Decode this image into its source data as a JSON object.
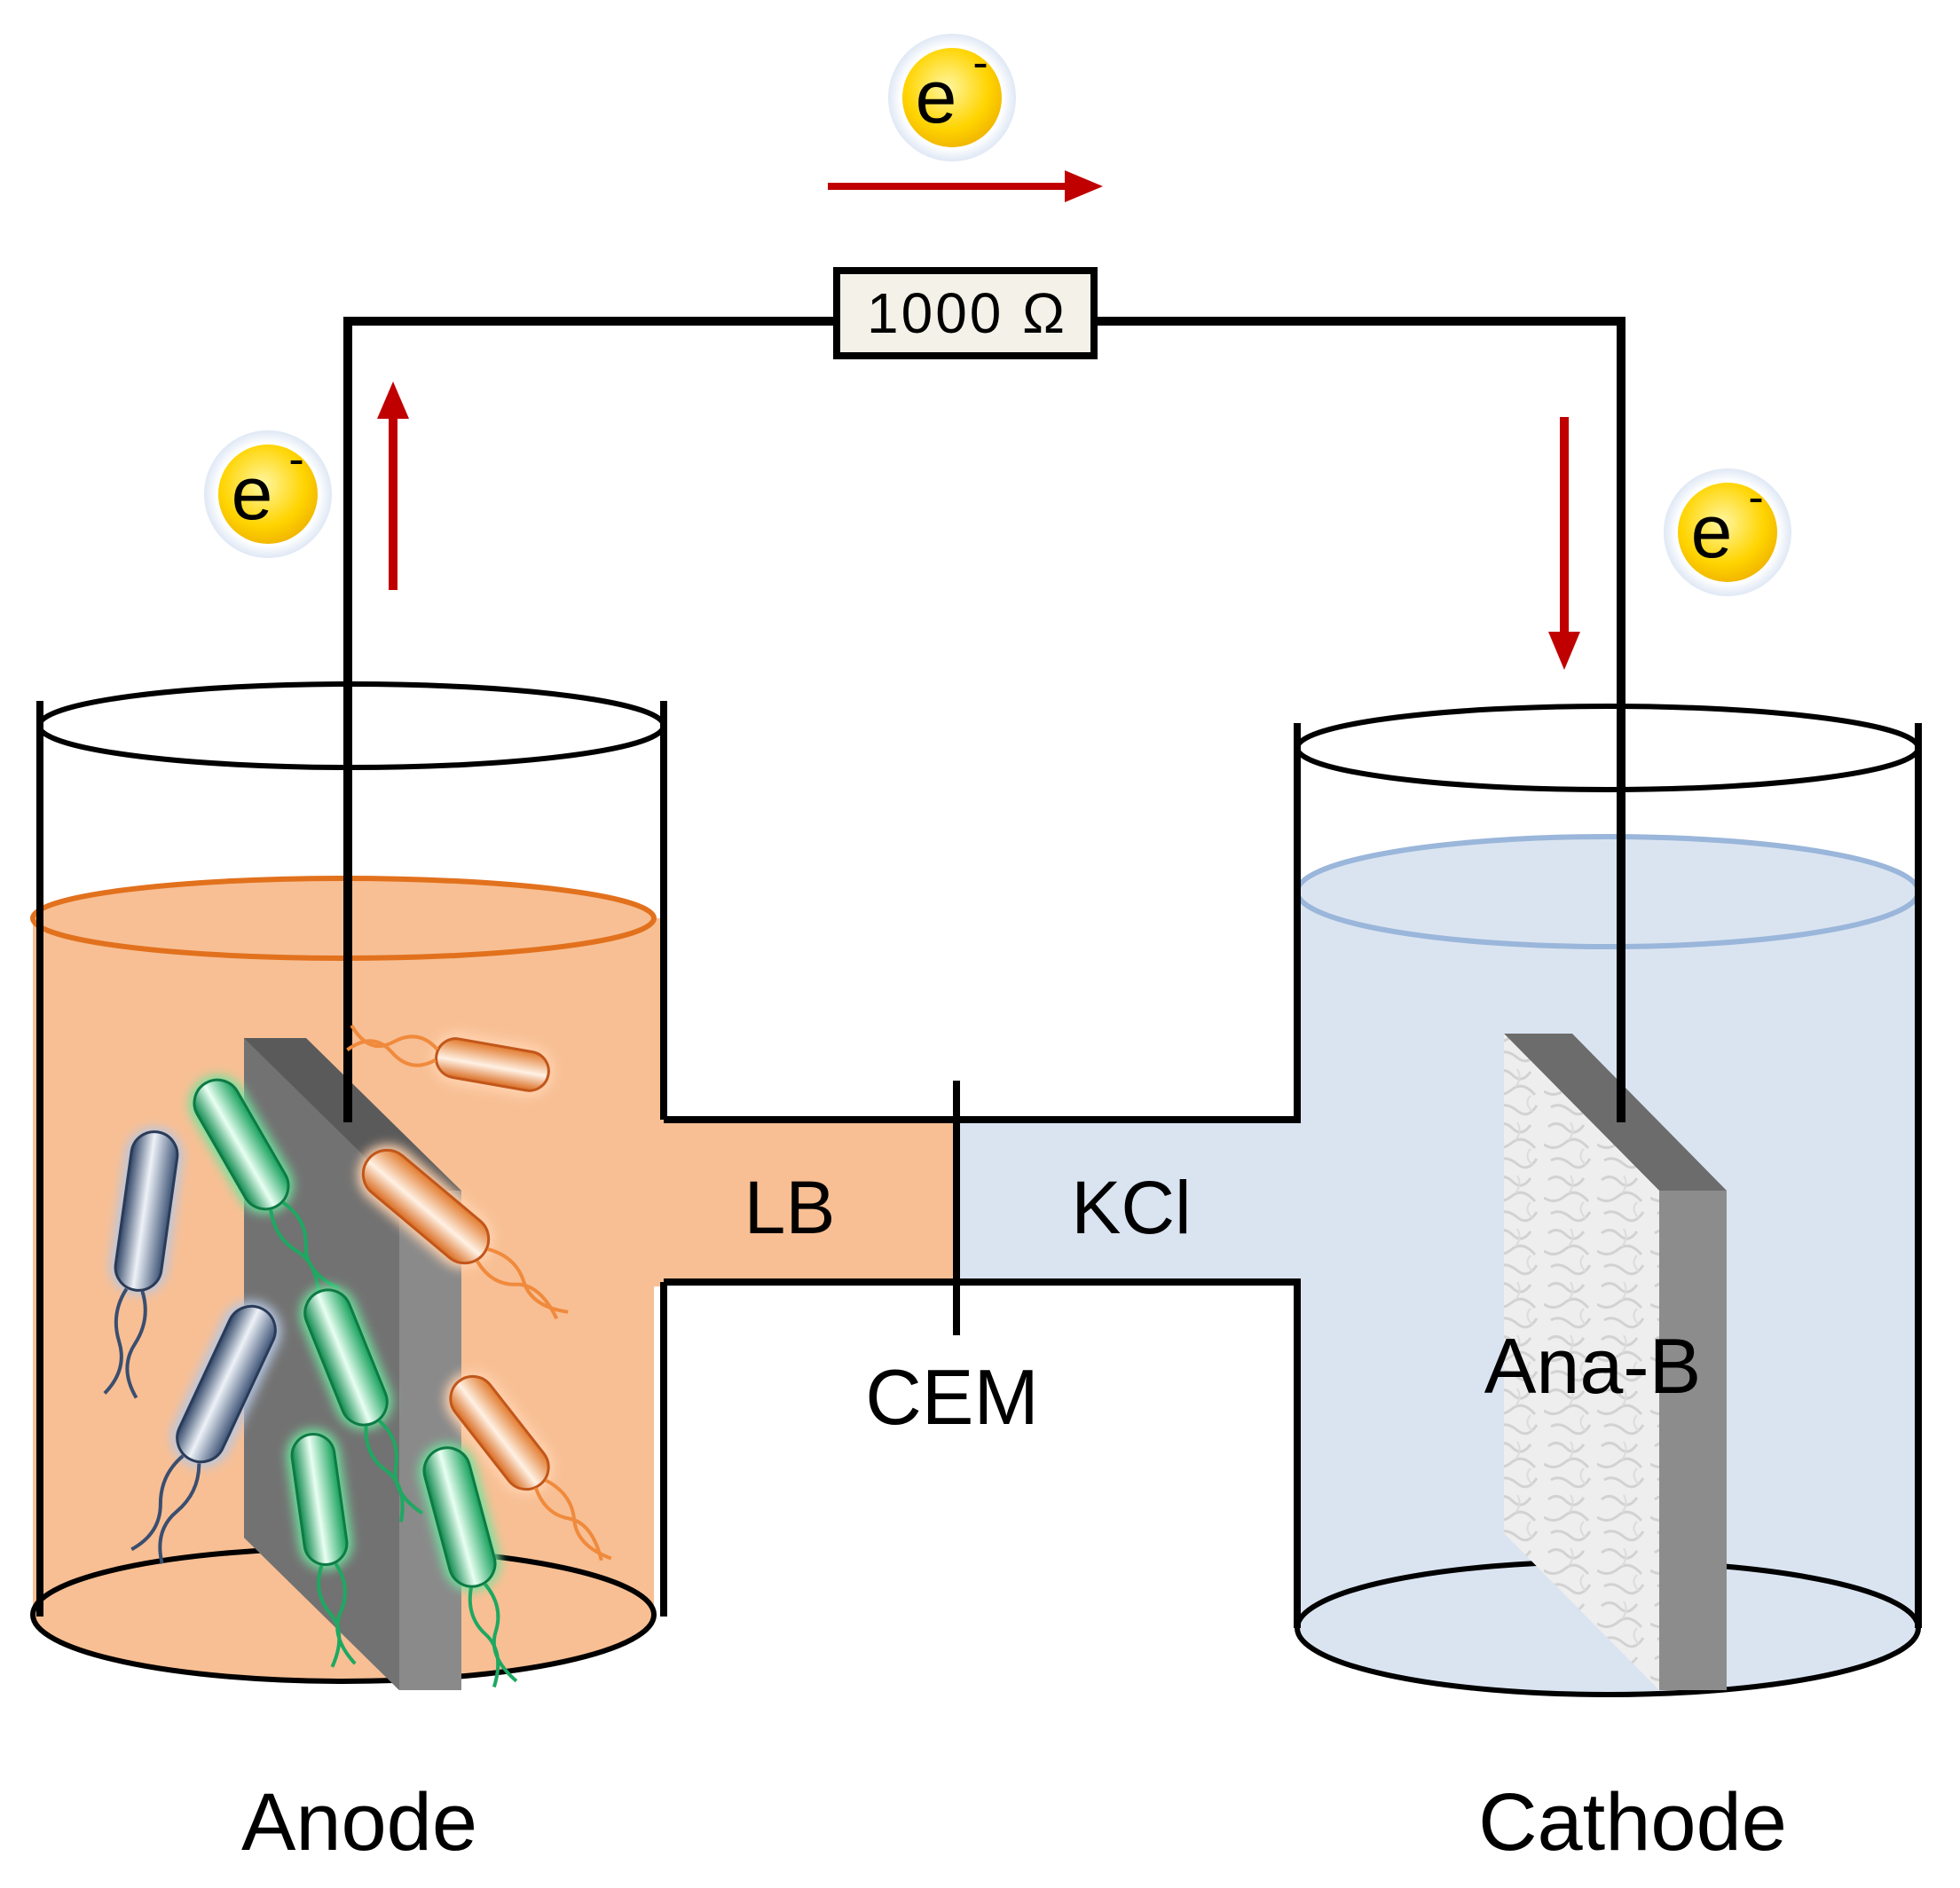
{
  "labels": {
    "resistor": "1000 Ω",
    "anode_medium": "LB",
    "cathode_medium": "KCl",
    "membrane": "CEM",
    "cathode_material": "Ana-B",
    "anode": "Anode",
    "cathode": "Cathode"
  },
  "electron": {
    "symbol": "e",
    "charge": "-"
  },
  "colors": {
    "anode_liquid": "#f8bf94",
    "anode_rim": "#e2711d",
    "cathode_liquid": "#dae4f1",
    "cathode_rim": "#9ab6da",
    "arrow": "#c00000",
    "electron_fill": "#ffd400",
    "electrode_dark": "#6e6e6e",
    "bacteria_green": "#1ea862",
    "bacteria_orange": "#f08a3c",
    "bacteria_blue": "#4a5f80"
  }
}
